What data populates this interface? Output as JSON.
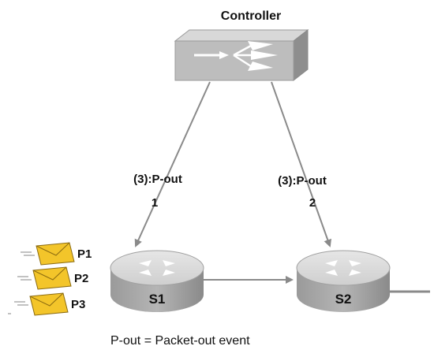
{
  "controller": {
    "label": "Controller"
  },
  "switches": [
    {
      "label": "S1"
    },
    {
      "label": "S2"
    }
  ],
  "links": [
    {
      "label": "(3):P-out",
      "num": "1"
    },
    {
      "label": "(3):P-out",
      "num": "2"
    }
  ],
  "packets": [
    {
      "label": "P1"
    },
    {
      "label": "P2"
    },
    {
      "label": "P3"
    }
  ],
  "legend": "P-out = Packet-out event",
  "colors": {
    "device_body": "#b9b9b9",
    "device_side": "#8f8f8f",
    "device_top": "#dcdcdc",
    "link": "#8a8a8a",
    "envelope": "#f3c52a"
  }
}
